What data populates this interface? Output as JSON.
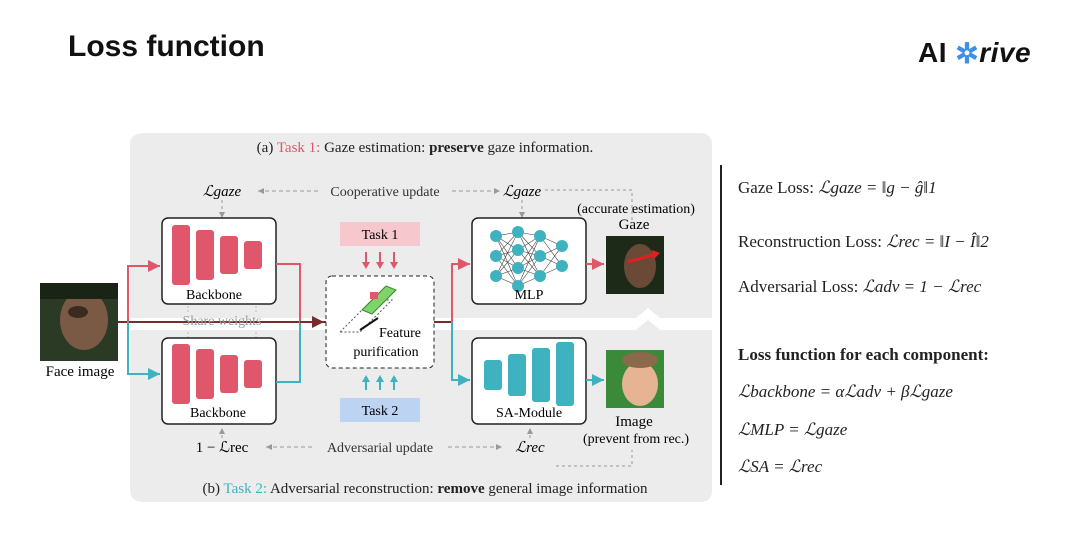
{
  "header": {
    "title": "Loss function",
    "logo_left": "AI ",
    "logo_right": "rive"
  },
  "diagram": {
    "task1_caption": {
      "prefix": "(a) ",
      "task": "Task 1:",
      "rest": " Gaze estimation: ",
      "bold": "preserve",
      "end": " gaze information."
    },
    "task2_caption": {
      "prefix": "(b) ",
      "task": "Task 2:",
      "rest": " Adversarial reconstruction: ",
      "bold": "remove",
      "end": " general image information"
    },
    "loss_gaze": "ℒgaze",
    "loss_rec": "ℒrec",
    "loss_one_minus_rec": "1 − ℒrec",
    "cooperative_update": "Cooperative update",
    "adversarial_update": "Adversarial update",
    "share_weights": "Share weights",
    "backbone_top": "Backbone",
    "backbone_bottom": "Backbone",
    "task1_badge": "Task 1",
    "task2_badge": "Task 2",
    "feature_line1": "Feature",
    "feature_line2": "purification",
    "mlp": "MLP",
    "sa_module": "SA-Module",
    "gaze_label": "Gaze",
    "accurate_estimation": "(accurate estimation)",
    "image_label": "Image",
    "prevent_rec": "(prevent from rec.)",
    "face_image": "Face image",
    "colors": {
      "task1": "#e0566b",
      "task2": "#3eb2be",
      "panel": "#ececec"
    }
  },
  "losses": {
    "gaze_loss_label": "Gaze Loss: ",
    "gaze_loss_formula": "ℒgaze = ‖g − ĝ‖1",
    "rec_loss_label": "Reconstruction Loss: ",
    "rec_loss_formula": "ℒrec = ‖I − Î‖2",
    "adv_loss_label": "Adversarial Loss: ",
    "adv_loss_formula": "ℒadv = 1 − ℒrec",
    "component_header": "Loss function for each component:",
    "backbone_formula": "ℒbackbone = αℒadv + βℒgaze",
    "mlp_formula": "ℒMLP = ℒgaze",
    "sa_formula": "ℒSA = ℒrec"
  }
}
